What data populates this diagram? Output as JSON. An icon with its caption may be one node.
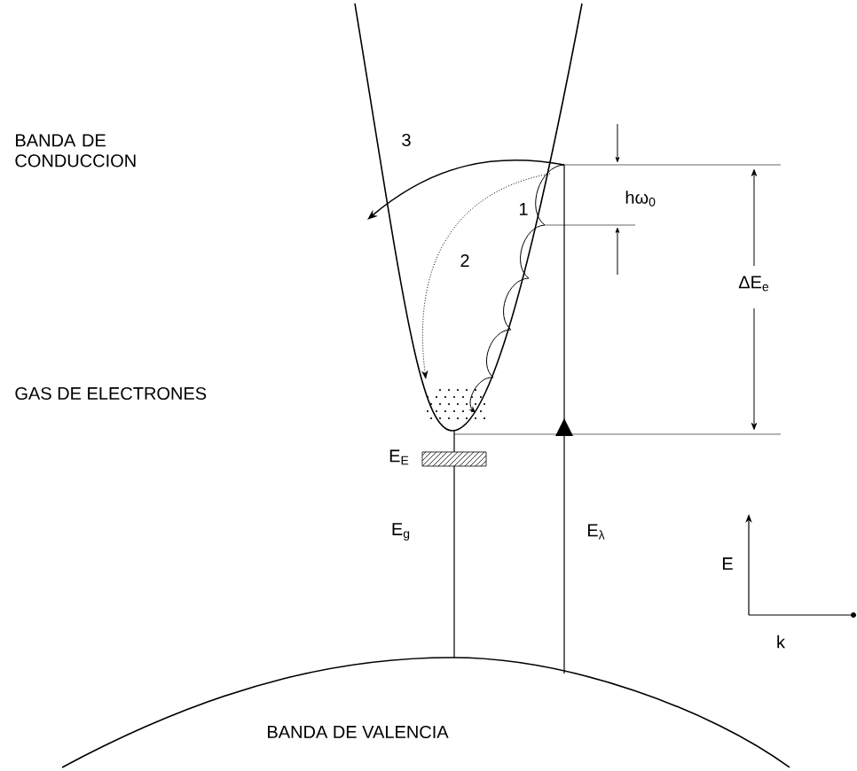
{
  "diagram": {
    "labels": [
      "BANDA DE CONDUCCION",
      "3",
      "hω$_{0}$",
      "1",
      "ΔE$_{e}$",
      "2",
      "GAS DE ELECTRONES",
      "E$_{E}$",
      "E$_{g}$",
      "E$_{λ}$",
      "E",
      "k",
      "BANDA DE VALENCIA"
    ]
  }
}
